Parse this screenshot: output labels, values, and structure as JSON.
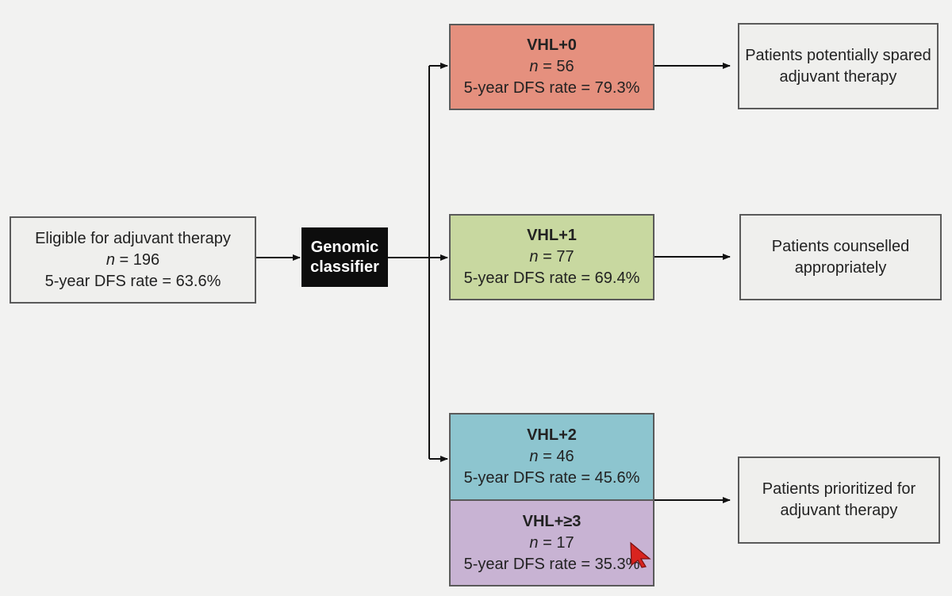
{
  "source": {
    "label": "Eligible for adjuvant therapy",
    "n_prefix": "n",
    "n_value": " = 196",
    "dfs": "5-year DFS rate = 63.6%"
  },
  "classifier": {
    "line1": "Genomic",
    "line2": "classifier"
  },
  "groups": [
    {
      "title": "VHL+0",
      "n_prefix": "n",
      "n_value": " = 56",
      "dfs": "5-year DFS rate = 79.3%",
      "color": "#e5907e"
    },
    {
      "title": "VHL+1",
      "n_prefix": "n",
      "n_value": " = 77",
      "dfs": "5-year DFS rate = 69.4%",
      "color": "#c8d8a0"
    },
    {
      "title": "VHL+2",
      "n_prefix": "n",
      "n_value": " = 46",
      "dfs": "5-year DFS rate = 45.6%",
      "color": "#8dc5cf"
    },
    {
      "title": "VHL+≥3",
      "n_prefix": "n",
      "n_value": " = 17",
      "dfs": "5-year DFS rate = 35.3%",
      "color": "#c8b3d3"
    }
  ],
  "outcomes": [
    {
      "line1": "Patients potentially spared",
      "line2": "adjuvant therapy"
    },
    {
      "line1": "Patients counselled",
      "line2": "appropriately"
    },
    {
      "line1": "Patients prioritized for",
      "line2": "adjuvant therapy"
    }
  ]
}
